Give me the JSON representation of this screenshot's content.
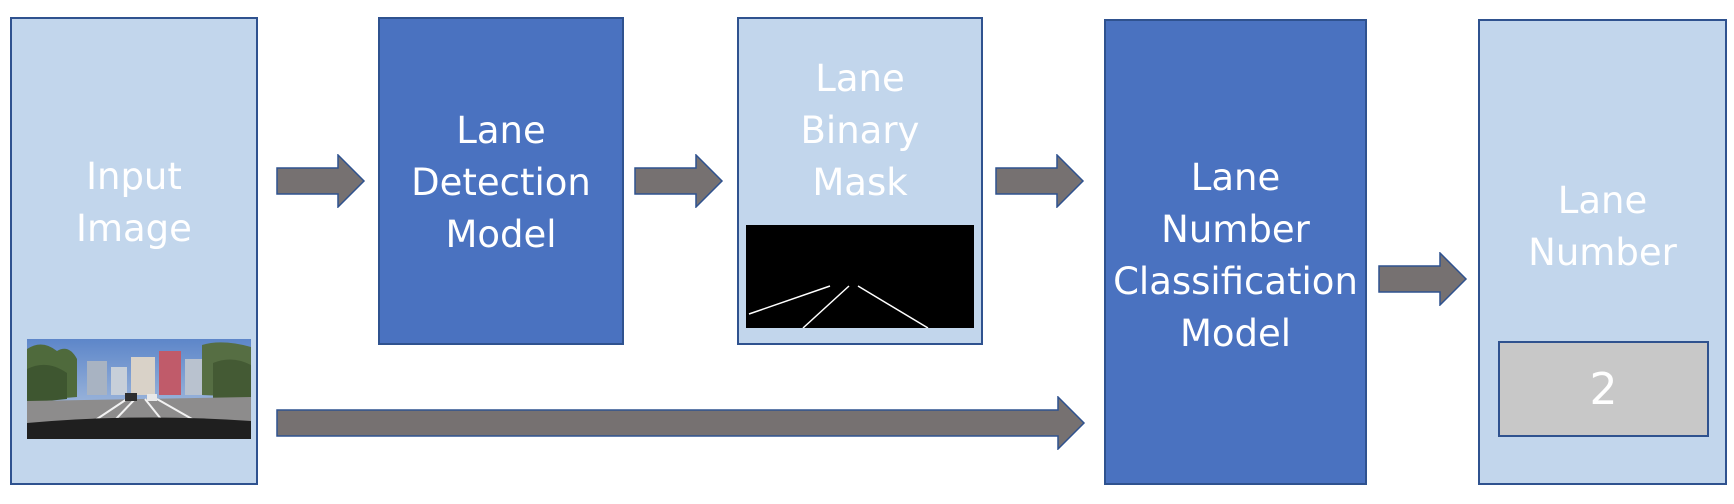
{
  "blocks": {
    "input_image": {
      "label": "Input\nImage"
    },
    "lane_detection": {
      "label": "Lane\nDetection\nModel"
    },
    "binary_mask": {
      "label": "Lane\nBinary\nMask"
    },
    "classification": {
      "label": "Lane\nNumber\nClassification\nModel"
    },
    "lane_number": {
      "label": "Lane\nNumber",
      "value": "2"
    }
  },
  "colors": {
    "light_block": "#c2d6ec",
    "dark_block": "#4a72c0",
    "border": "#2f528f",
    "arrow": "#767171",
    "output_box": "#c8c8c8"
  }
}
